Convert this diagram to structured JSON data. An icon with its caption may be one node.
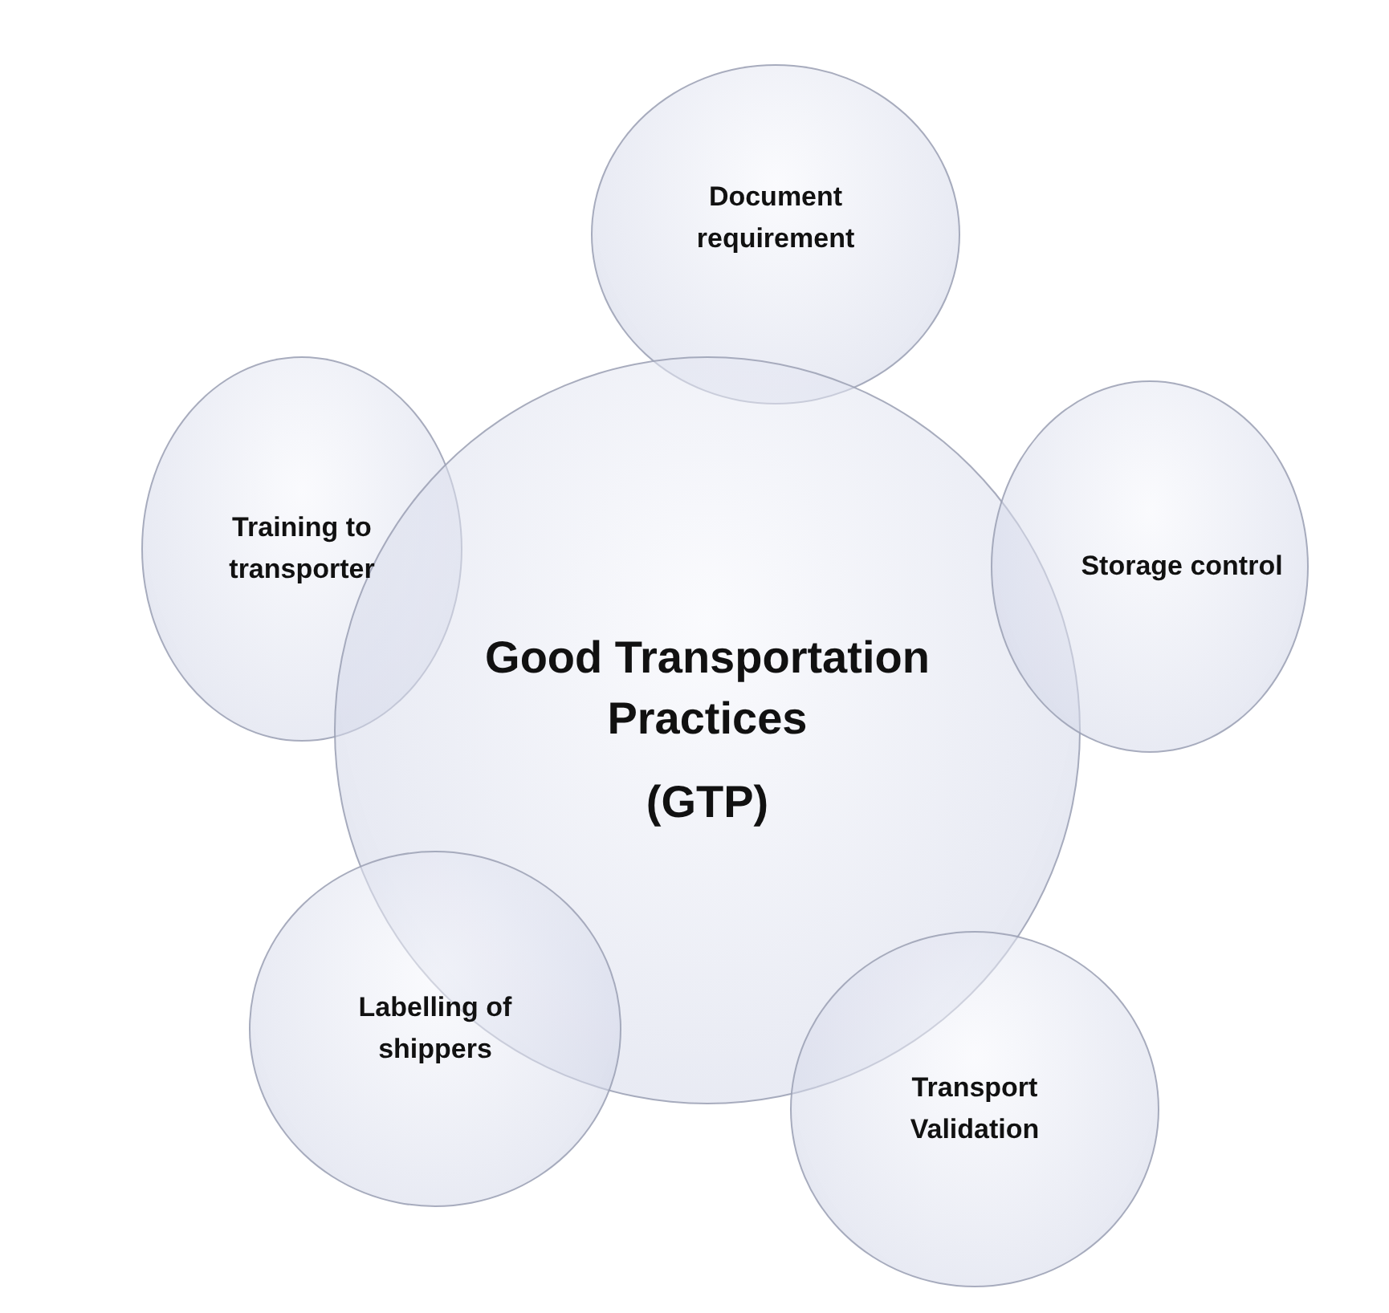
{
  "diagram": {
    "nodes": [
      {
        "text": [
          "Document requirement"
        ]
      },
      {
        "text": [
          "Training to transporter"
        ]
      },
      {
        "text": [
          "Good Transportation Practices",
          "(GTP)"
        ]
      },
      {
        "text": [
          "Storage control"
        ]
      },
      {
        "text": [
          "Labelling of shippers"
        ]
      },
      {
        "text": [
          "Transport Validation"
        ]
      }
    ]
  }
}
